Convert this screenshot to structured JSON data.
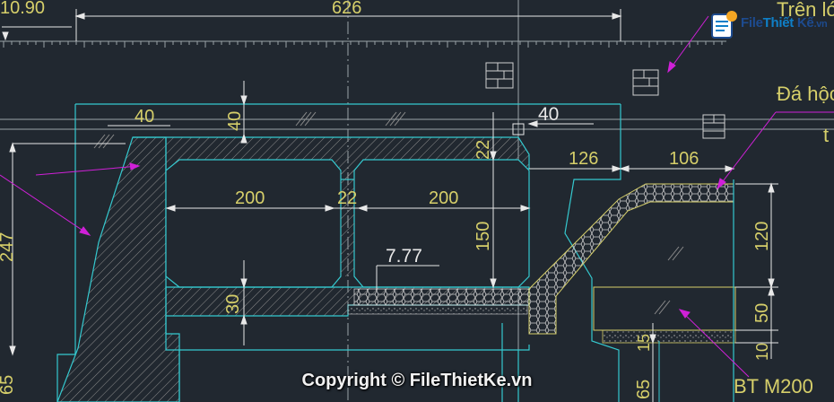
{
  "drawing": {
    "dims": {
      "top_left": "10.90",
      "top_span": "626",
      "wall_top": "40",
      "slab_top": "40",
      "box_right_top": "40",
      "right_126": "126",
      "right_106": "106",
      "box_width_left": "200",
      "web_22": "22",
      "box_width_right": "200",
      "wall_height": "247",
      "haunch_22": "22",
      "height_150": "150",
      "slope": "7.77",
      "slab_bottom": "30",
      "right_120": "120",
      "right_50": "50",
      "right_15": "15",
      "right_10": "10",
      "bottom_65_left": "65",
      "bottom_65_right": "65"
    },
    "labels": {
      "tren_lop": "Trên lớp",
      "da_hoc": "Đá hộc",
      "t_partial": "t",
      "bt_m200": "BT M200"
    }
  },
  "watermark": {
    "logo_text_a": "File",
    "logo_text_b": "Thiết",
    "logo_text_c": "Kế",
    "logo_text_d": ".vn",
    "copyright": "Copyright © FileThietKe.vn"
  },
  "colors": {
    "background": "#212830",
    "structure_line": "#35c9cf",
    "dimension": "#d6cf6a",
    "leader": "#d020d8",
    "hatch": "#8c8c8c"
  }
}
